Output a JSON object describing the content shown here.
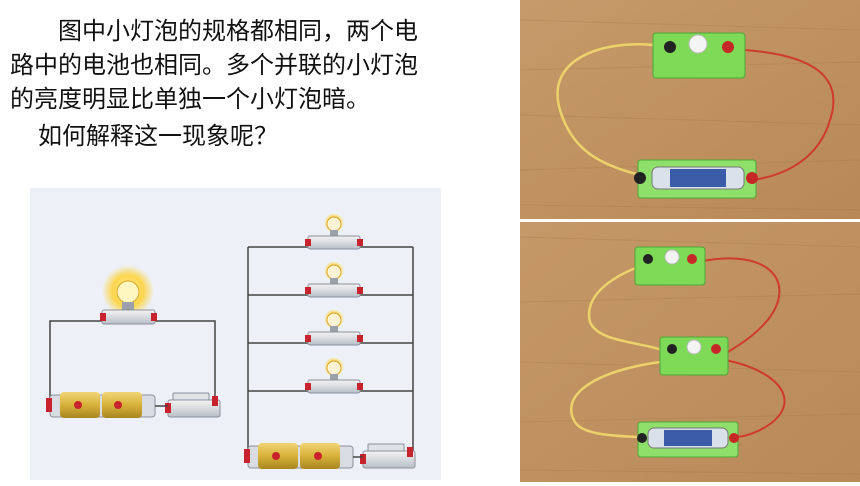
{
  "text": {
    "line1": "图中小灯泡的规格都相同，两个电",
    "line2": "路中的电池也相同。多个并联的小灯泡",
    "line3": "的亮度明显比单独一个小灯泡暗。",
    "question": "如何解释这一现象呢？"
  },
  "diagram": {
    "left_circuit": "single-bulb-series",
    "right_circuit": "four-bulbs-parallel"
  },
  "photos": {
    "top": "single-bulb-circuit-photo",
    "bottom": "two-bulb-circuit-photo"
  },
  "colors": {
    "bulb_glow": "#ffd23a",
    "battery": "#d8b13a",
    "board": "#7ed957",
    "wood": "#c79a68",
    "red_wire": "#d03a2b",
    "yellow_wire": "#ecd26a"
  }
}
